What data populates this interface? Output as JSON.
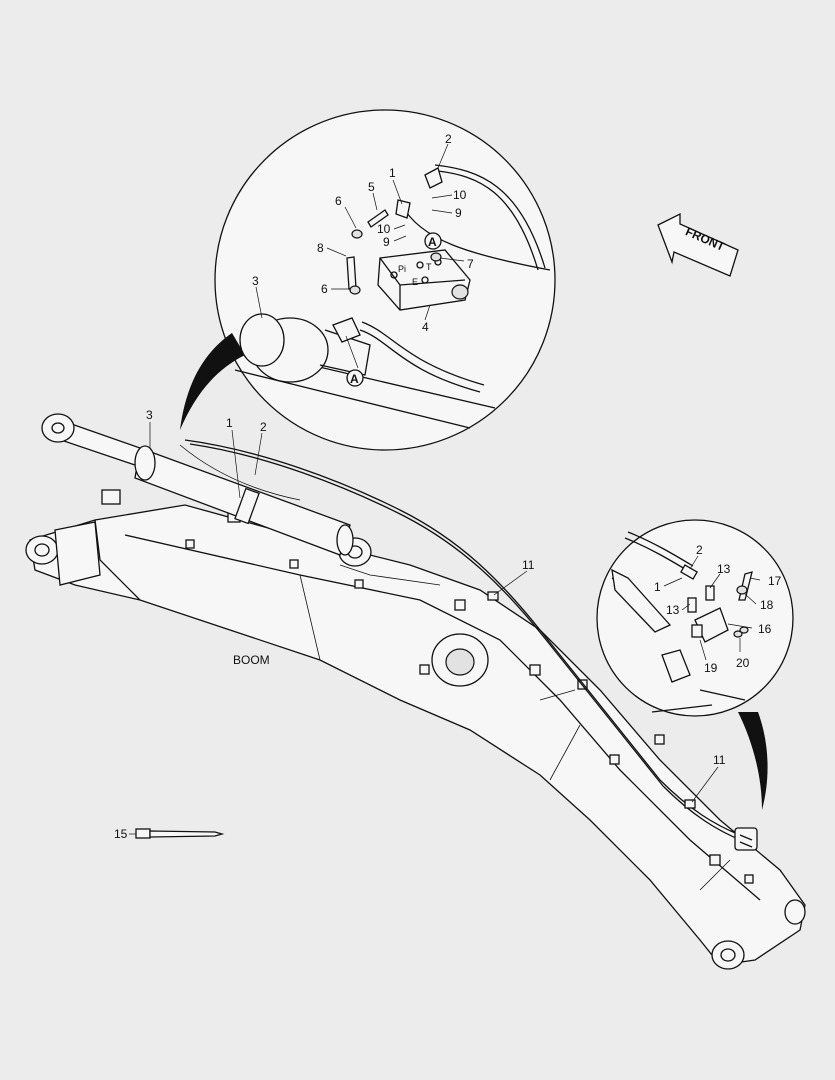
{
  "boom_label": "BOOM",
  "front_label": "FRONT",
  "detail_marker": "A",
  "port_labels": {
    "pi": "Pi",
    "t": "T",
    "e": "E"
  },
  "callouts": {
    "top_detail": [
      "1",
      "2",
      "3",
      "4",
      "5",
      "6",
      "6",
      "7",
      "8",
      "9",
      "9",
      "10",
      "10"
    ],
    "main_view": [
      "1",
      "2",
      "3",
      "11",
      "11",
      "15"
    ],
    "right_detail": [
      "1",
      "2",
      "13",
      "13",
      "16",
      "17",
      "18",
      "19",
      "20"
    ]
  }
}
